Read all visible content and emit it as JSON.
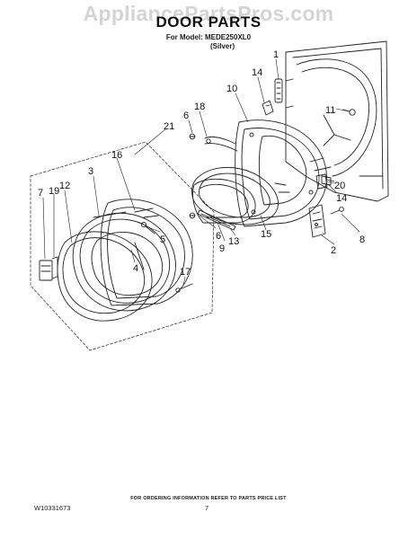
{
  "watermark": "AppliancePartsPros.com",
  "header": {
    "title": "DOOR PARTS",
    "model_line": "For Model: MEDE250XL0",
    "variant": "(Silver)"
  },
  "callouts": [
    {
      "id": "c1",
      "label": "1"
    },
    {
      "id": "c14a",
      "label": "14"
    },
    {
      "id": "c10",
      "label": "10"
    },
    {
      "id": "c18",
      "label": "18"
    },
    {
      "id": "c6a",
      "label": "6"
    },
    {
      "id": "c11",
      "label": "11"
    },
    {
      "id": "c21",
      "label": "21"
    },
    {
      "id": "c16",
      "label": "16"
    },
    {
      "id": "c3",
      "label": "3"
    },
    {
      "id": "c7",
      "label": "7"
    },
    {
      "id": "c19",
      "label": "19"
    },
    {
      "id": "c12",
      "label": "12"
    },
    {
      "id": "c5",
      "label": "5"
    },
    {
      "id": "c4",
      "label": "4"
    },
    {
      "id": "c17",
      "label": "17"
    },
    {
      "id": "c6b",
      "label": "6"
    },
    {
      "id": "c9",
      "label": "9"
    },
    {
      "id": "c13",
      "label": "13"
    },
    {
      "id": "c15",
      "label": "15"
    },
    {
      "id": "c20",
      "label": "20"
    },
    {
      "id": "c14b",
      "label": "14"
    },
    {
      "id": "c8",
      "label": "8"
    },
    {
      "id": "c2",
      "label": "2"
    }
  ],
  "footer": {
    "note": "FOR ORDERING INFORMATION REFER TO PARTS PRICE LIST",
    "doc_number": "W10331673",
    "page": "7"
  }
}
